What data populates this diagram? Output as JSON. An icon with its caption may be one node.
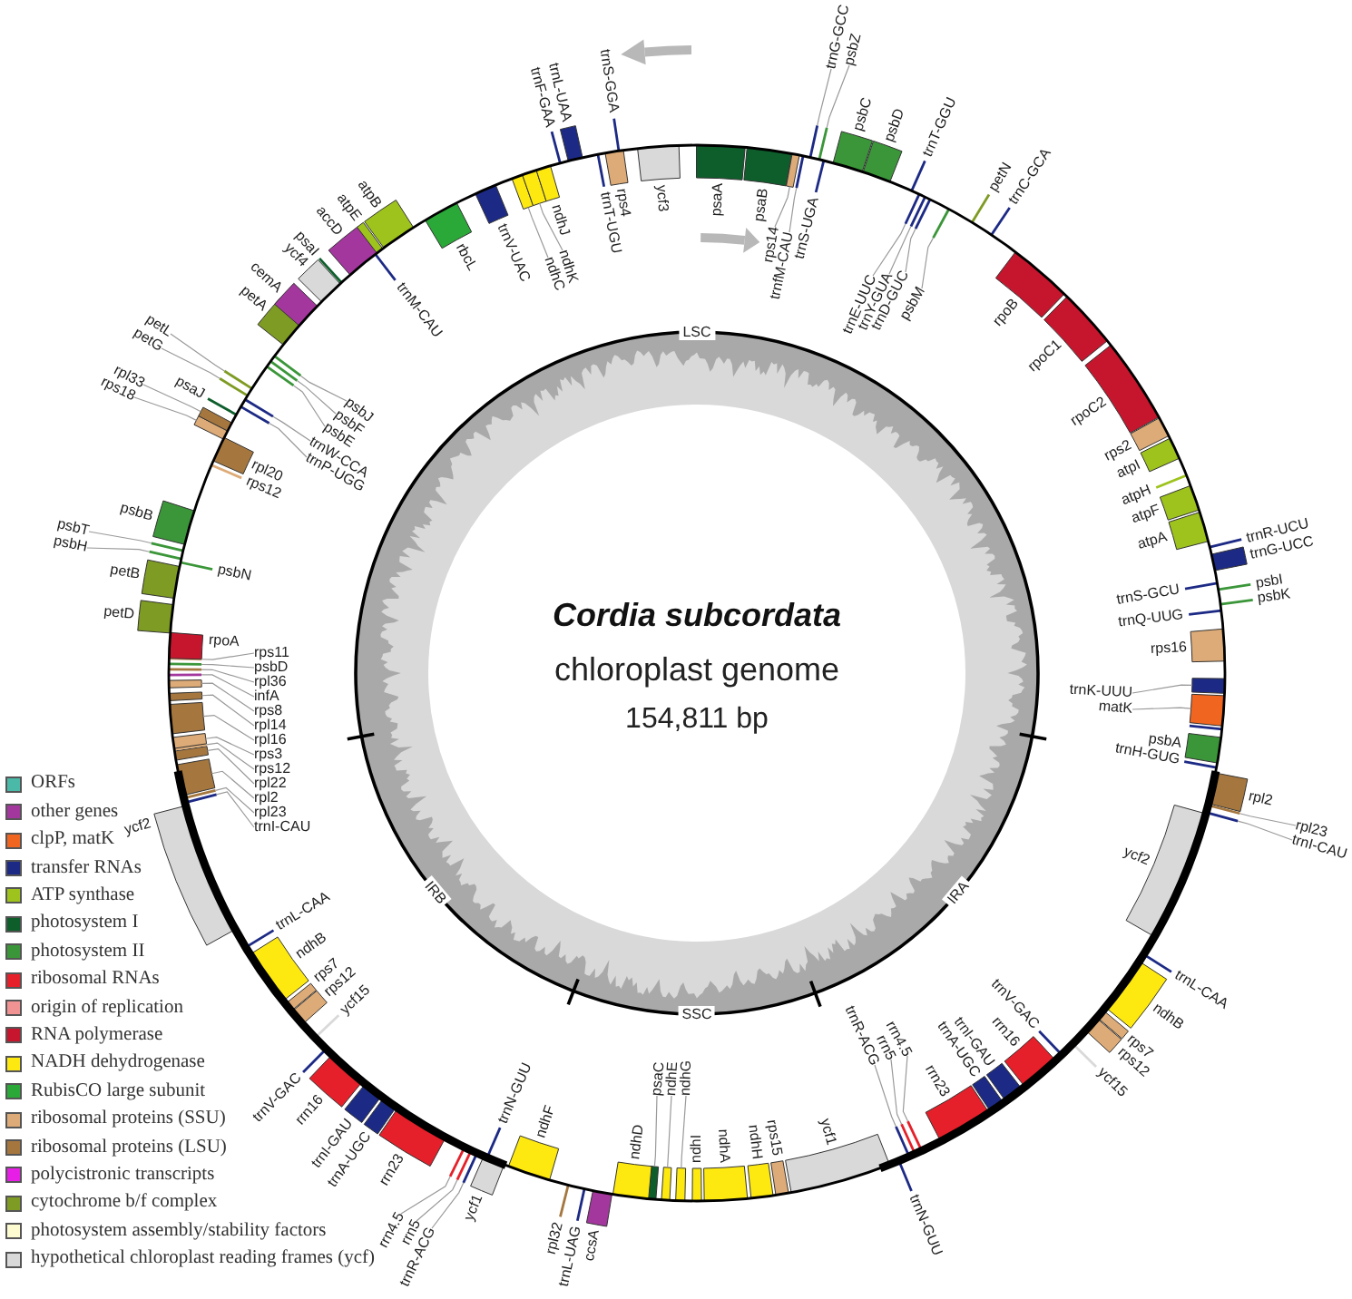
{
  "diagram": {
    "title": "Cordia subcordata",
    "nodes": [
      {
        "text": [],
        "shape": "bar",
        "beside": [
          "psaA"
        ]
      },
      {
        "text": [],
        "shape": "bar",
        "beside": [
          "psaB"
        ]
      },
      {
        "text": [
          "rps14"
        ]
      },
      {
        "text": [],
        "shape": "bar"
      },
      {
        "text": [
          "trnfM-CAU"
        ]
      },
      {
        "text": [],
        "shape": "bar"
      },
      {
        "text": [],
        "shape": "bar",
        "beside": [
          "trnS-UGA"
        ]
      },
      {
        "text": [
          "trnG-GCC"
        ]
      },
      {
        "text": [],
        "shape": "bar"
      },
      {
        "text": [
          "psbZ"
        ]
      },
      {
        "text": [],
        "shape": "bar"
      },
      {
        "text": [],
        "shape": "bar",
        "beside": [
          "psbC"
        ]
      },
      {
        "text": [],
        "shape": "bar",
        "beside": [
          "psbD"
        ]
      },
      {
        "text": [],
        "shape": "bar",
        "beside": [
          "trnT-GGU"
        ]
      },
      {
        "text": [
          "trnE-UUC"
        ]
      },
      {
        "text": [],
        "shape": "bar"
      },
      {
        "text": [
          "trnY-GUA"
        ]
      },
      {
        "text": [],
        "shape": "bar"
      },
      {
        "text": [
          "trnD-GUC"
        ]
      },
      {
        "text": [],
        "shape": "bar"
      },
      {
        "text": [
          "psbM"
        ]
      },
      {
        "text": [],
        "shape": "bar"
      },
      {
        "text": [],
        "shape": "bar",
        "beside": [
          "petN"
        ]
      },
      {
        "text": [],
        "shape": "bar",
        "beside": [
          "trnC-GCA"
        ]
      },
      {
        "text": [],
        "shape": "bar",
        "beside": [
          "rpoB"
        ]
      },
      {
        "text": [],
        "shape": "bar",
        "beside": [
          "rpoC1"
        ]
      },
      {
        "text": [],
        "shape": "bar",
        "beside": [
          "rpoC2"
        ]
      },
      {
        "text": [],
        "shape": "bar",
        "beside": [
          "rps2"
        ]
      },
      {
        "text": [],
        "shape": "bar",
        "beside": [
          "atpI"
        ]
      },
      {
        "text": [],
        "shape": "bar",
        "beside": [
          "atpH"
        ]
      },
      {
        "text": [],
        "shape": "bar",
        "beside": [
          "atpF"
        ]
      },
      {
        "text": [],
        "shape": "bar",
        "beside": [
          "atpA"
        ]
      },
      {
        "text": [],
        "shape": "bar",
        "beside": [
          "trnR-UCU"
        ]
      },
      {
        "text": [],
        "shape": "bar",
        "beside": [
          "trnG-UCC"
        ]
      },
      {
        "text": [],
        "shape": "bar",
        "beside": [
          "psbI"
        ]
      },
      {
        "text": [],
        "shape": "bar",
        "beside": [
          "psbK"
        ]
      },
      {
        "text": [],
        "shape": "bar",
        "beside": [
          "trnS-GCU"
        ]
      },
      {
        "text": [],
        "shape": "bar",
        "beside": [
          "trnQ-UUG"
        ]
      },
      {
        "text": [],
        "shape": "bar",
        "beside": [
          "rps16"
        ]
      },
      {
        "text": [
          "trnK-UUU"
        ]
      },
      {
        "text": [],
        "shape": "bar"
      },
      {
        "text": [
          "matK"
        ]
      },
      {
        "text": [],
        "shape": "bar"
      },
      {
        "text": [],
        "shape": "bar"
      },
      {
        "text": [],
        "shape": "bar",
        "beside": [
          "psbA"
        ]
      },
      {
        "text": [],
        "shape": "bar",
        "beside": [
          "trnH-GUG"
        ]
      },
      {
        "text": [],
        "shape": "bar",
        "beside": [
          "rpl2"
        ]
      },
      {
        "text": [
          "rpl23"
        ]
      },
      {
        "text": [],
        "shape": "bar"
      },
      {
        "text": [
          "trnI-CAU"
        ]
      },
      {
        "text": [],
        "shape": "bar"
      },
      {
        "text": [],
        "shape": "bar",
        "beside": [
          "ycf2"
        ]
      },
      {
        "text": [],
        "shape": "bar",
        "beside": [
          "trnL-CAA"
        ]
      },
      {
        "text": [],
        "shape": "bar",
        "beside": [
          "ndhB"
        ]
      },
      {
        "text": [],
        "shape": "bar",
        "beside": [
          "rps7"
        ]
      },
      {
        "text": [],
        "shape": "bar",
        "beside": [
          "rps12"
        ]
      },
      {
        "text": [],
        "shape": "bar",
        "beside": [
          "ycf15"
        ]
      },
      {
        "text": [],
        "shape": "bar",
        "beside": [
          "trnV-GAC"
        ]
      },
      {
        "text": [],
        "shape": "bar",
        "beside": [
          "rrn16"
        ]
      },
      {
        "text": [],
        "shape": "bar",
        "beside": [
          "trnI-GAU"
        ]
      },
      {
        "text": [],
        "shape": "bar",
        "beside": [
          "trnA-UGC"
        ]
      },
      {
        "text": [],
        "shape": "bar",
        "beside": [
          "rrn23"
        ]
      },
      {
        "text": [
          "rrn4.5"
        ]
      },
      {
        "text": [],
        "shape": "bar"
      },
      {
        "text": [
          "rrn5"
        ]
      },
      {
        "text": [],
        "shape": "bar"
      },
      {
        "text": [
          "trnR-ACG"
        ]
      },
      {
        "text": [],
        "shape": "bar"
      },
      {
        "text": [],
        "shape": "bar",
        "beside": [
          "trnN-GUU"
        ]
      },
      {
        "text": [],
        "shape": "bar",
        "beside": [
          "ycf1"
        ]
      },
      {
        "text": [],
        "shape": "bar",
        "beside": [
          "rps15"
        ]
      },
      {
        "text": [],
        "shape": "bar",
        "beside": [
          "ndhH"
        ]
      },
      {
        "text": [],
        "shape": "bar",
        "beside": [
          "ndhA"
        ]
      },
      {
        "text": [],
        "shape": "bar",
        "beside": [
          "ndhI"
        ]
      },
      {
        "text": [
          "ndhG"
        ]
      },
      {
        "text": [],
        "shape": "bar"
      },
      {
        "text": [
          "ndhE"
        ]
      },
      {
        "text": [],
        "shape": "bar"
      },
      {
        "text": [
          "psaC"
        ]
      },
      {
        "text": [],
        "shape": "bar"
      },
      {
        "text": [],
        "shape": "bar",
        "beside": [
          "ndhD"
        ]
      },
      {
        "text": [],
        "shape": "bar",
        "beside": [
          "ccsA"
        ]
      },
      {
        "text": [],
        "shape": "bar",
        "beside": [
          "trnL-UAG"
        ]
      },
      {
        "text": [],
        "shape": "bar",
        "beside": [
          "rpl32"
        ]
      },
      {
        "text": [],
        "shape": "bar",
        "beside": [
          "ndhF"
        ]
      },
      {
        "text": [],
        "shape": "bar",
        "beside": [
          "ycf1"
        ]
      },
      {
        "text": [],
        "shape": "bar",
        "beside": [
          "trnN-GUU"
        ]
      },
      {
        "text": [
          "trnR-ACG"
        ]
      },
      {
        "text": [],
        "shape": "bar"
      },
      {
        "text": [
          "rrn5"
        ]
      },
      {
        "text": [],
        "shape": "bar"
      },
      {
        "text": [
          "rrn4.5"
        ]
      },
      {
        "text": [],
        "shape": "bar"
      },
      {
        "text": [],
        "shape": "bar",
        "beside": [
          "rrn23"
        ]
      },
      {
        "text": [],
        "shape": "bar",
        "beside": [
          "trnA-UGC"
        ]
      },
      {
        "text": [],
        "shape": "bar",
        "beside": [
          "trnI-GAU"
        ]
      },
      {
        "text": [],
        "shape": "bar",
        "beside": [
          "rrn16"
        ]
      },
      {
        "text": [],
        "shape": "bar",
        "beside": [
          "trnV-GAC"
        ]
      },
      {
        "text": [],
        "shape": "bar",
        "beside": [
          "ycf15"
        ]
      },
      {
        "text": [],
        "shape": "bar",
        "beside": [
          "rps12"
        ]
      },
      {
        "text": [],
        "shape": "bar",
        "beside": [
          "rps7"
        ]
      },
      {
        "text": [],
        "shape": "bar",
        "beside": [
          "ndhB"
        ]
      },
      {
        "text": [],
        "shape": "bar",
        "beside": [
          "trnL-CAA"
        ]
      },
      {
        "text": [],
        "shape": "bar",
        "beside": [
          "ycf2"
        ]
      },
      {
        "text": [
          "trnI-CAU"
        ]
      },
      {
        "text": [],
        "shape": "bar"
      },
      {
        "text": [
          "rpl23"
        ]
      },
      {
        "text": [],
        "shape": "bar"
      },
      {
        "text": [
          "rpl2"
        ]
      },
      {
        "text": [],
        "shape": "bar"
      },
      {
        "text": [
          "rpl22"
        ]
      },
      {
        "text": [],
        "shape": "bar"
      },
      {
        "text": [
          "rps12"
        ]
      },
      {
        "text": [],
        "shape": "bar"
      },
      {
        "text": [
          "rps3"
        ]
      },
      {
        "text": [],
        "shape": "bar"
      },
      {
        "text": [
          "rpl16"
        ]
      },
      {
        "text": [],
        "shape": "bar"
      },
      {
        "text": [
          "rpl14"
        ]
      },
      {
        "text": [],
        "shape": "bar"
      },
      {
        "text": [
          "rps8"
        ]
      },
      {
        "text": [],
        "shape": "bar"
      },
      {
        "text": [
          "infA"
        ]
      },
      {
        "text": [],
        "shape": "bar"
      },
      {
        "text": [
          "rpl36"
        ]
      },
      {
        "text": [],
        "shape": "bar"
      },
      {
        "text": [
          "psbD"
        ]
      },
      {
        "text": [],
        "shape": "bar"
      },
      {
        "text": [
          "rps11"
        ]
      },
      {
        "text": [],
        "shape": "bar"
      },
      {
        "text": [],
        "shape": "bar",
        "beside": [
          "rpoA"
        ]
      },
      {
        "text": [],
        "shape": "bar",
        "beside": [
          "petD"
        ]
      },
      {
        "text": [],
        "shape": "bar",
        "beside": [
          "petB"
        ]
      },
      {
        "text": [],
        "shape": "bar",
        "beside": [
          "psbN"
        ]
      },
      {
        "text": [
          "psbH"
        ]
      },
      {
        "text": [],
        "shape": "bar"
      },
      {
        "text": [
          "psbT"
        ]
      },
      {
        "text": [],
        "shape": "bar"
      },
      {
        "text": [],
        "shape": "bar",
        "beside": [
          "psbB"
        ]
      },
      {
        "text": [],
        "shape": "bar",
        "beside": [
          "rps12"
        ]
      },
      {
        "text": [],
        "shape": "bar",
        "beside": [
          "rpl20"
        ]
      },
      {
        "text": [
          "rps18"
        ]
      },
      {
        "text": [],
        "shape": "bar"
      },
      {
        "text": [
          "rpl33"
        ]
      },
      {
        "text": [],
        "shape": "bar"
      },
      {
        "text": [],
        "shape": "bar",
        "beside": [
          "psaJ"
        ]
      },
      {
        "text": [
          "trnP-UGG"
        ]
      },
      {
        "text": [],
        "shape": "bar"
      },
      {
        "text": [
          "trnW-CCA"
        ]
      },
      {
        "text": [],
        "shape": "bar"
      },
      {
        "text": [
          "petG"
        ]
      },
      {
        "text": [],
        "shape": "bar"
      },
      {
        "text": [
          "petL"
        ]
      },
      {
        "text": [],
        "shape": "bar"
      },
      {
        "text": [
          "psbE"
        ]
      },
      {
        "text": [],
        "shape": "bar"
      },
      {
        "text": [
          "psbF"
        ]
      },
      {
        "text": [],
        "shape": "bar"
      },
      {
        "text": [
          "psbJ"
        ]
      },
      {
        "text": [],
        "shape": "bar"
      },
      {
        "text": [],
        "shape": "bar",
        "beside": [
          "petA"
        ]
      },
      {
        "text": [],
        "shape": "bar",
        "beside": [
          "cemA"
        ]
      },
      {
        "text": [],
        "shape": "bar",
        "beside": [
          "ycf4"
        ]
      },
      {
        "text": [],
        "shape": "bar",
        "beside": [
          "psaI"
        ]
      },
      {
        "text": [],
        "shape": "bar",
        "beside": [
          "accD"
        ]
      },
      {
        "text": [],
        "shape": "bar",
        "beside": [
          "atpE"
        ]
      },
      {
        "text": [],
        "shape": "bar",
        "beside": [
          "atpB"
        ]
      },
      {
        "text": [],
        "shape": "bar",
        "beside": [
          "trnM-CAU"
        ]
      },
      {
        "text": [],
        "shape": "bar",
        "beside": [
          "rbcL"
        ]
      },
      {
        "text": [],
        "shape": "bar",
        "beside": [
          "trnV-UAC"
        ]
      },
      {
        "text": [
          "ndhC"
        ]
      },
      {
        "text": [],
        "shape": "bar"
      },
      {
        "text": [
          "ndhK"
        ]
      },
      {
        "text": [],
        "shape": "bar"
      },
      {
        "text": [],
        "shape": "bar",
        "beside": [
          "ndhJ"
        ]
      },
      {
        "text": [],
        "shape": "bar",
        "beside": [
          "trnF-GAA"
        ]
      },
      {
        "text": [],
        "shape": "bar",
        "beside": [
          "trnL-UAA"
        ]
      },
      {
        "text": [],
        "shape": "bar",
        "beside": [
          "trnT-UGU"
        ]
      },
      {
        "text": [],
        "shape": "bar",
        "beside": [
          "rps4"
        ]
      },
      {
        "text": [],
        "shape": "bar",
        "beside": [
          "trnS-GGA"
        ]
      },
      {
        "text": [],
        "shape": "bar",
        "beside": [
          "ycf3"
        ]
      }
    ],
    "edges": [
      {
        "from": 2,
        "to": 3,
        "arrow": "none"
      },
      {
        "from": 4,
        "to": 5,
        "arrow": "none"
      },
      {
        "from": 7,
        "to": 8,
        "arrow": "none"
      },
      {
        "from": 9,
        "to": 10,
        "arrow": "none"
      },
      {
        "from": 14,
        "to": 15,
        "arrow": "none"
      },
      {
        "from": 16,
        "to": 17,
        "arrow": "none"
      },
      {
        "from": 18,
        "to": 19,
        "arrow": "none"
      },
      {
        "from": 20,
        "to": 21,
        "arrow": "none"
      },
      {
        "from": 39,
        "to": 40,
        "arrow": "none"
      },
      {
        "from": 41,
        "to": 42,
        "arrow": "none"
      },
      {
        "from": 47,
        "to": 48,
        "arrow": "none"
      },
      {
        "from": 49,
        "to": 50,
        "arrow": "none"
      },
      {
        "from": 62,
        "to": 63,
        "arrow": "none"
      },
      {
        "from": 64,
        "to": 65,
        "arrow": "none"
      },
      {
        "from": 66,
        "to": 67,
        "arrow": "none"
      },
      {
        "from": 74,
        "to": 75,
        "arrow": "none"
      },
      {
        "from": 76,
        "to": 77,
        "arrow": "none"
      },
      {
        "from": 78,
        "to": 79,
        "arrow": "none"
      },
      {
        "from": 87,
        "to": 88,
        "arrow": "none"
      },
      {
        "from": 89,
        "to": 90,
        "arrow": "none"
      },
      {
        "from": 91,
        "to": 92,
        "arrow": "none"
      },
      {
        "from": 104,
        "to": 105,
        "arrow": "none"
      },
      {
        "from": 106,
        "to": 107,
        "arrow": "none"
      },
      {
        "from": 108,
        "to": 109,
        "arrow": "none"
      },
      {
        "from": 110,
        "to": 111,
        "arrow": "none"
      },
      {
        "from": 112,
        "to": 113,
        "arrow": "none"
      },
      {
        "from": 114,
        "to": 115,
        "arrow": "none"
      },
      {
        "from": 116,
        "to": 117,
        "arrow": "none"
      },
      {
        "from": 118,
        "to": 119,
        "arrow": "none"
      },
      {
        "from": 120,
        "to": 121,
        "arrow": "none"
      },
      {
        "from": 122,
        "to": 123,
        "arrow": "none"
      },
      {
        "from": 124,
        "to": 125,
        "arrow": "none"
      },
      {
        "from": 126,
        "to": 127,
        "arrow": "none"
      },
      {
        "from": 128,
        "to": 129,
        "arrow": "none"
      },
      {
        "from": 134,
        "to": 135,
        "arrow": "none"
      },
      {
        "from": 136,
        "to": 137,
        "arrow": "none"
      },
      {
        "from": 141,
        "to": 142,
        "arrow": "none"
      },
      {
        "from": 143,
        "to": 144,
        "arrow": "none"
      },
      {
        "from": 146,
        "to": 147,
        "arrow": "none"
      },
      {
        "from": 148,
        "to": 149,
        "arrow": "none"
      },
      {
        "from": 150,
        "to": 151,
        "arrow": "none"
      },
      {
        "from": 152,
        "to": 153,
        "arrow": "none"
      },
      {
        "from": 154,
        "to": 155,
        "arrow": "none"
      },
      {
        "from": 156,
        "to": 157,
        "arrow": "none"
      },
      {
        "from": 158,
        "to": 159,
        "arrow": "none"
      },
      {
        "from": 170,
        "to": 171,
        "arrow": "none"
      },
      {
        "from": 172,
        "to": 173,
        "arrow": "none"
      }
    ],
    "labels": [
      "LSC",
      "IRA",
      "SSC",
      "IRB",
      "chloroplast genome",
      "154,811 bp"
    ],
    "legend": [
      {
        "text": "ORFs",
        "color": "#4bb9a8"
      },
      {
        "text": "other genes",
        "color": "#a3379e"
      },
      {
        "text": "clpP, matK",
        "color": "#f0651f"
      },
      {
        "text": "transfer RNAs",
        "color": "#1c2a85"
      },
      {
        "text": "ATP synthase",
        "color": "#9dc31c"
      },
      {
        "text": "photosystem I",
        "color": "#0e5e2c"
      },
      {
        "text": "photosystem II",
        "color": "#3b9639"
      },
      {
        "text": "ribosomal RNAs",
        "color": "#e5202a"
      },
      {
        "text": "origin of replication",
        "color": "#f29393"
      },
      {
        "text": "RNA polymerase",
        "color": "#c5162e"
      },
      {
        "text": "NADH dehydrogenase",
        "color": "#fde910"
      },
      {
        "text": "RubisCO large subunit",
        "color": "#2aa838"
      },
      {
        "text": "ribosomal proteins (SSU)",
        "color": "#ddab77"
      },
      {
        "text": "ribosomal proteins (LSU)",
        "color": "#a5773f"
      },
      {
        "text": "polycistronic transcripts",
        "color": "#e61ee6"
      },
      {
        "text": "cytochrome b/f complex",
        "color": "#7e9b23"
      },
      {
        "text": "photosystem assembly/stability factors",
        "color": "#fdfbd0"
      },
      {
        "text": "hypothetical chloroplast reading frames (ycf)",
        "color": "#d9d9d9"
      }
    ]
  }
}
